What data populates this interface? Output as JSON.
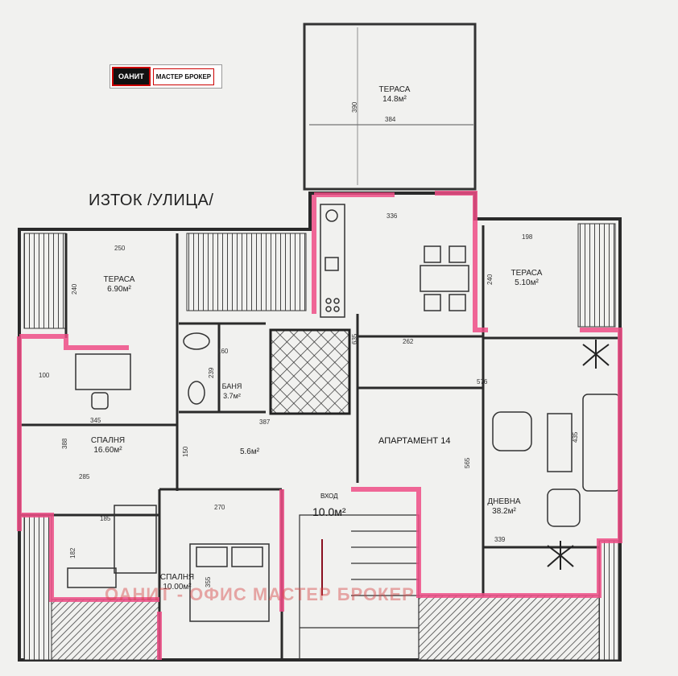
{
  "logo": {
    "left_text": "ОАНИТ",
    "right_text": "МАСТЕР БРОКЕР"
  },
  "orientation_label": "ИЗТОК /УЛИЦА/",
  "apartment_label": "АПАРТАМЕНТ 14",
  "entry": {
    "label": "ВХОД",
    "area": "10.0м²"
  },
  "watermark": "ОАНИТ - ОФИС МАСТЕР БРОКЕР",
  "rooms": {
    "terrace_top": {
      "name": "ТЕРАСА",
      "area": "14.8м²"
    },
    "terrace_left": {
      "name": "ТЕРАСА",
      "area": "6.90м²"
    },
    "terrace_right": {
      "name": "ТЕРАСА",
      "area": "5.10м²"
    },
    "bathroom": {
      "name": "БАНЯ",
      "area": "3.7м²"
    },
    "bedroom_1": {
      "name": "СПАЛНЯ",
      "area": "16.60м²"
    },
    "bedroom_2": {
      "name": "СПАЛНЯ",
      "area": "10.00м²"
    },
    "hall": {
      "area": "5.6м²"
    },
    "living": {
      "name": "ДНЕВНА",
      "area": "38.2м²"
    }
  },
  "dimensions": {
    "d390": "390",
    "d384": "384",
    "d336": "336",
    "d198": "198",
    "d250": "250",
    "d240a": "240",
    "d240b": "240",
    "d635": "635",
    "d262": "262",
    "d160": "160",
    "d239": "239",
    "d576": "576",
    "d100": "100",
    "d345": "345",
    "d388": "388",
    "d387": "387",
    "d150": "150",
    "d435": "435",
    "d565": "565",
    "d285": "285",
    "d270": "270",
    "d185": "185",
    "d339": "339",
    "d182": "182",
    "d355": "355"
  },
  "colors": {
    "wall": "#2a2a2a",
    "highlight": "#ef4e86",
    "hatch": "#555555",
    "paper": "#f1f1ef"
  }
}
